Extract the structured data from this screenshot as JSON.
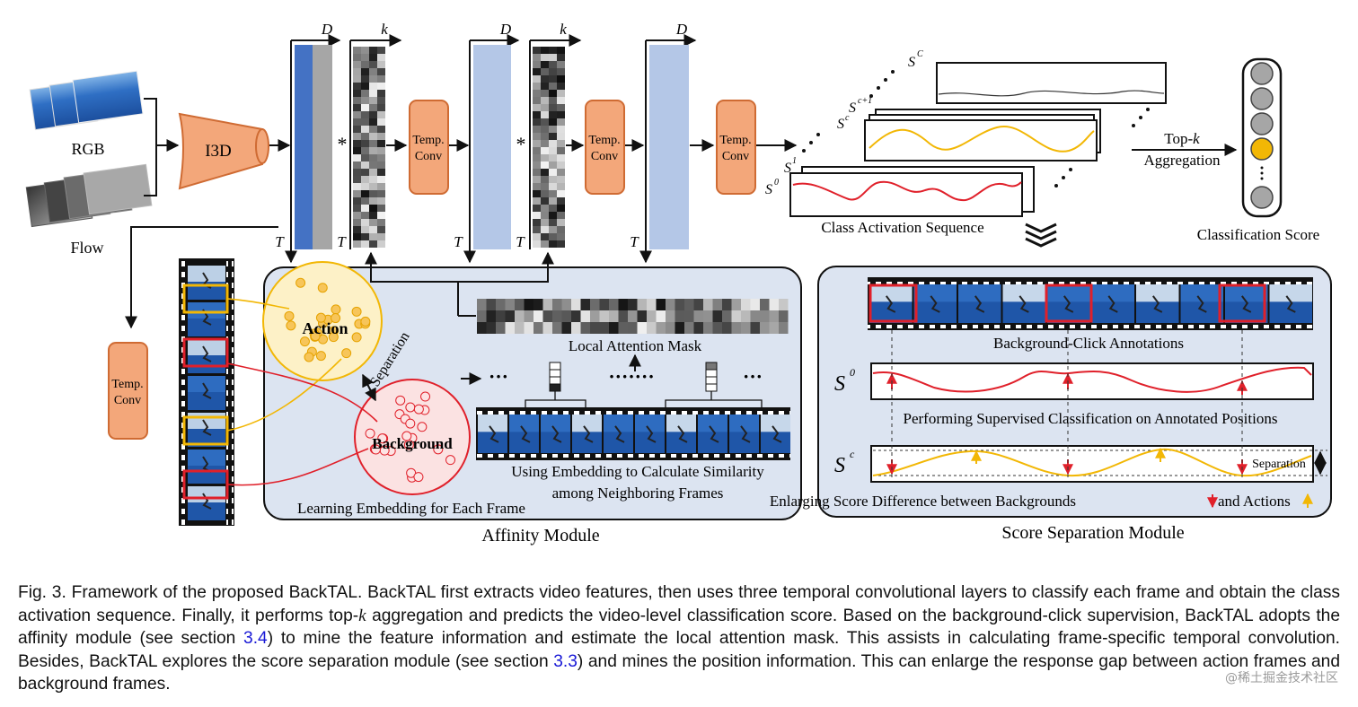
{
  "figure": {
    "inputs": {
      "rgb_label": "RGB",
      "flow_label": "Flow"
    },
    "backbone_label": "I3D",
    "feature_dims": {
      "D": "D",
      "k": "k",
      "T": "T",
      "star": "*"
    },
    "temp_conv_label_line1": "Temp.",
    "temp_conv_label_line2": "Conv",
    "cas": {
      "labels": {
        "S0": "S",
        "S0_sup": "0",
        "S1": "S",
        "S1_sup": "1",
        "Sc": "S",
        "Sc_sup": "c",
        "Sc1": "S",
        "Sc1_sup": "c+1",
        "SC": "S",
        "SC_sup": "C"
      },
      "caption": "Class Activation Sequence"
    },
    "topk": {
      "line1_pre": "Top-",
      "line1_k": "k",
      "line2": "Aggregation"
    },
    "classification_score": "Classification Score",
    "affinity_module": {
      "title": "Affinity Module",
      "action": "Action",
      "background": "Background",
      "separation": "Separation",
      "local_attention_mask": "Local Attention Mask",
      "similarity_line1": "Using Embedding to Calculate Similarity",
      "similarity_line2": "among Neighboring Frames",
      "embedding": "Learning Embedding for Each Frame",
      "dots_short": "···",
      "dots_long": "·······"
    },
    "score_separation_module": {
      "title": "Score Separation Module",
      "annotations": "Background-Click Annotations",
      "s0_label": "S",
      "s0_sup": "0",
      "supervised": "Performing Supervised Classification on Annotated Positions",
      "sc_label": "S",
      "sc_sup": "c",
      "separation": "Separation",
      "enlarging": "Enlarging Score Difference between Backgrounds",
      "and_actions": "and Actions"
    },
    "colors": {
      "orange_fill": "#f3a77a",
      "orange_stroke": "#cf6b33",
      "blue_dark": "#4472c4",
      "blue_light": "#b4c7e7",
      "module_bg": "#dce4f1",
      "red": "#e0202a",
      "yellow": "#f2b705"
    }
  },
  "caption": {
    "part1": "Fig. 3. Framework of the proposed BackTAL. BackTAL first extracts video features, then uses three temporal convolutional layers to classify each frame and obtain the class activation sequence. Finally, it performs top-",
    "k": "k",
    "part2": " aggregation and predicts the video-level classification score. Based on the background-click supervision, BackTAL adopts the affinity module (see section ",
    "ref1": "3.4",
    "part3": ") to mine the feature information and estimate the local attention mask. This assists in calculating frame-specific temporal convolution. Besides, BackTAL explores the score separation module (see section ",
    "ref2": "3.3",
    "part4": ") and mines the position information. This can enlarge the response gap between action frames and background frames."
  },
  "watermark": "@稀土掘金技术社区"
}
